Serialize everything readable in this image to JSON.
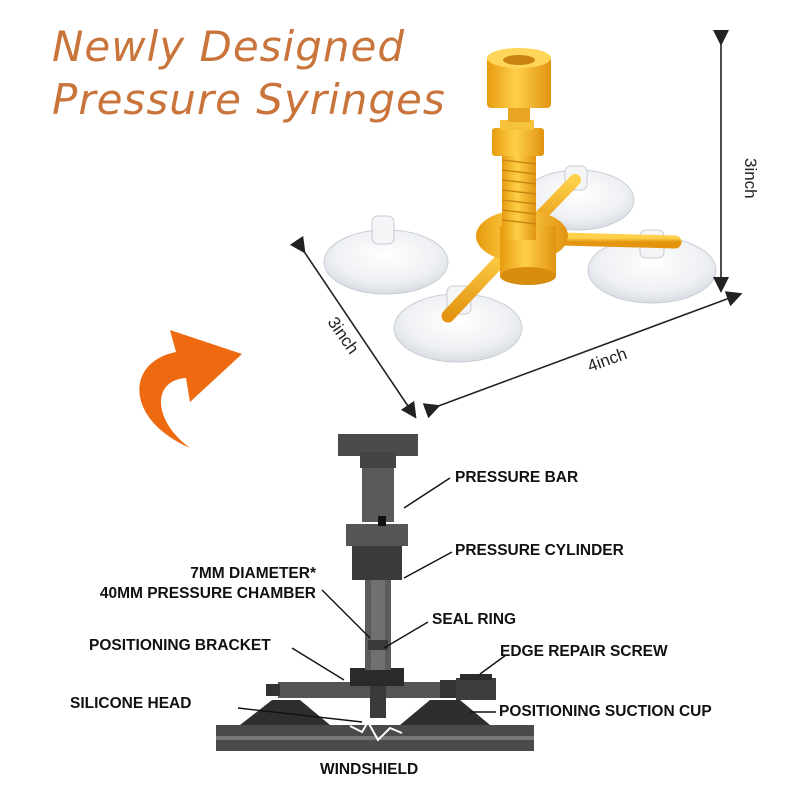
{
  "title": {
    "line1": "Newly Designed",
    "line2": "Pressure Syringes"
  },
  "dimensions": {
    "height": "3inch",
    "depth": "3inch",
    "width": "4inch"
  },
  "labels": {
    "pressure_bar": "PRESSURE BAR",
    "pressure_cylinder": "PRESSURE CYLINDER",
    "diameter": "7MM DIAMETER*",
    "chamber": "40MM PRESSURE CHAMBER",
    "seal_ring": "SEAL RING",
    "positioning_bracket": "POSITIONING BRACKET",
    "edge_repair_screw": "EDGE REPAIR SCREW",
    "silicone_head": "SILICONE HEAD",
    "suction_cup": "POSITIONING SUCTION CUP",
    "windshield": "WINDSHIELD"
  },
  "colors": {
    "title": "#c8743b",
    "tool_yellow": "#f6b21c",
    "arrow_orange": "#ee6a10",
    "diagram_dark": "#3a3a3a"
  },
  "icons": {
    "arrow": "curved-arrow-icon"
  }
}
